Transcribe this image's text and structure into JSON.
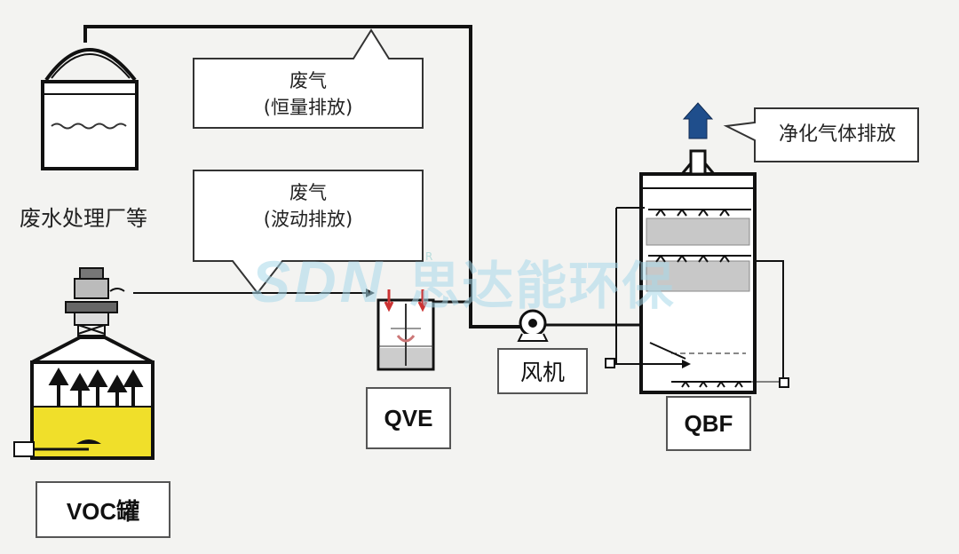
{
  "labels": {
    "wastewater_plant": "废水处理厂等",
    "bubble_constant_line1": "废气",
    "bubble_constant_line2": "(恒量排放)",
    "bubble_fluctuating_line1": "废气",
    "bubble_fluctuating_line2": "(波动排放)",
    "bubble_clean_exhaust": "净化气体排放",
    "qve": "QVE",
    "fan": "风机",
    "qbf": "QBF",
    "voc_tank": "VOC罐"
  },
  "watermark": {
    "latin": "SDN",
    "chinese": "思达能环保",
    "registered": "R"
  },
  "colors": {
    "line": "#111111",
    "tank_liquid": "#f0df2a",
    "clean_arrow": "#1f4e8c",
    "watermark": "#a9d9ea",
    "packing": "#c8c8c8"
  },
  "icons": [
    "wastewater-tank-icon",
    "voc-tank-icon",
    "fan-icon",
    "qbf-tower-icon",
    "qve-unit-icon",
    "clean-air-arrow-icon"
  ]
}
